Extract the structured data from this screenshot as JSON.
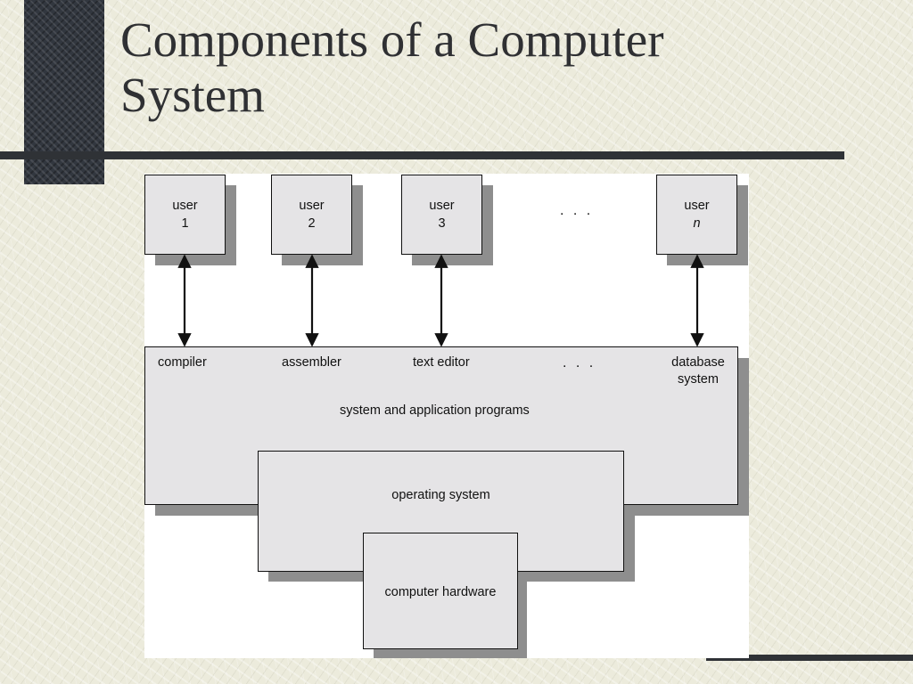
{
  "slide": {
    "title_line1": "Components of a Computer",
    "title_line2": "System"
  },
  "users": [
    {
      "line1": "user",
      "line2": "1"
    },
    {
      "line1": "user",
      "line2": "2"
    },
    {
      "line1": "user",
      "line2": "3"
    },
    {
      "line1": "user",
      "line2": "n"
    }
  ],
  "ellipsis": ". . .",
  "programs": {
    "items": [
      "compiler",
      "assembler",
      "text editor"
    ],
    "ellipsis": ". . .",
    "database_line1": "database",
    "database_line2": "system",
    "label": "system and application programs"
  },
  "operating_system": "operating system",
  "hardware": "computer hardware"
}
